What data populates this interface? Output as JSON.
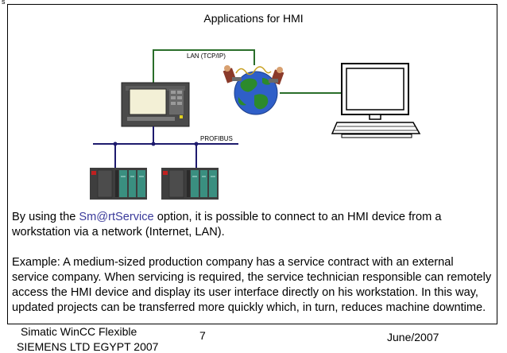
{
  "corner_mark": "s",
  "slide": {
    "title": "Applications for HMI"
  },
  "diagram": {
    "lan_label": "LAN (TCP/IP)",
    "profibus_label": "PROFIBUS",
    "colors": {
      "lan_line": "#2a6e2a",
      "bus_line": "#1e1b6e",
      "panel_body": "#4a4a4a",
      "plc_body": "#3e3e3e",
      "plc_accent": "#3a8f80",
      "globe_ocean": "#2f5fc8",
      "globe_land": "#2c8a2c",
      "monitor_screen": "#ffffff"
    }
  },
  "body": {
    "p1_before": "By using the ",
    "p1_highlight": "Sm@rtService",
    "p1_after": " option, it is possible to connect to an HMI device from a workstation via a network (Internet, LAN).",
    "p2": "Example: A medium-sized production company has a service contract with an external service company. When servicing is required, the service technician responsible can remotely access the HMI device and display its user interface directly on his workstation. In this way, updated projects can be transferred more quickly which, in turn, reduces machine downtime."
  },
  "footer": {
    "product": "Simatic WinCC Flexible",
    "company": "SIEMENS LTD EGYPT 2007",
    "page_number": "7",
    "date": "June/2007"
  }
}
